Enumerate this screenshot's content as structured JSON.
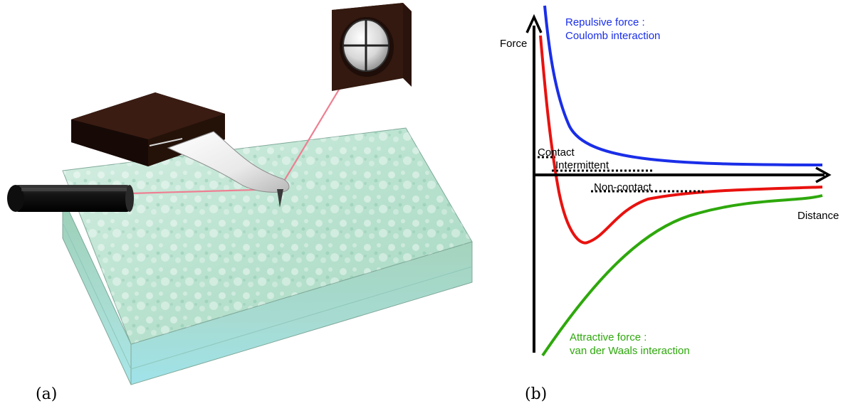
{
  "panels": {
    "a_label": "(a)",
    "b_label": "(b)"
  },
  "plot": {
    "y_axis_label": "Force",
    "x_axis_label": "Distance",
    "repulsive_line1": "Repulsive force :",
    "repulsive_line2": "Coulomb interaction",
    "attractive_line1": "Attractive force :",
    "attractive_line2": "van der Waals interaction",
    "regime_contact": "Contact",
    "regime_intermittent": "Intermittent",
    "regime_noncontact": "Non-contact",
    "colors": {
      "repulsive": "#1a2ee8",
      "total": "#e8120f",
      "attractive": "#2ea80c"
    }
  }
}
